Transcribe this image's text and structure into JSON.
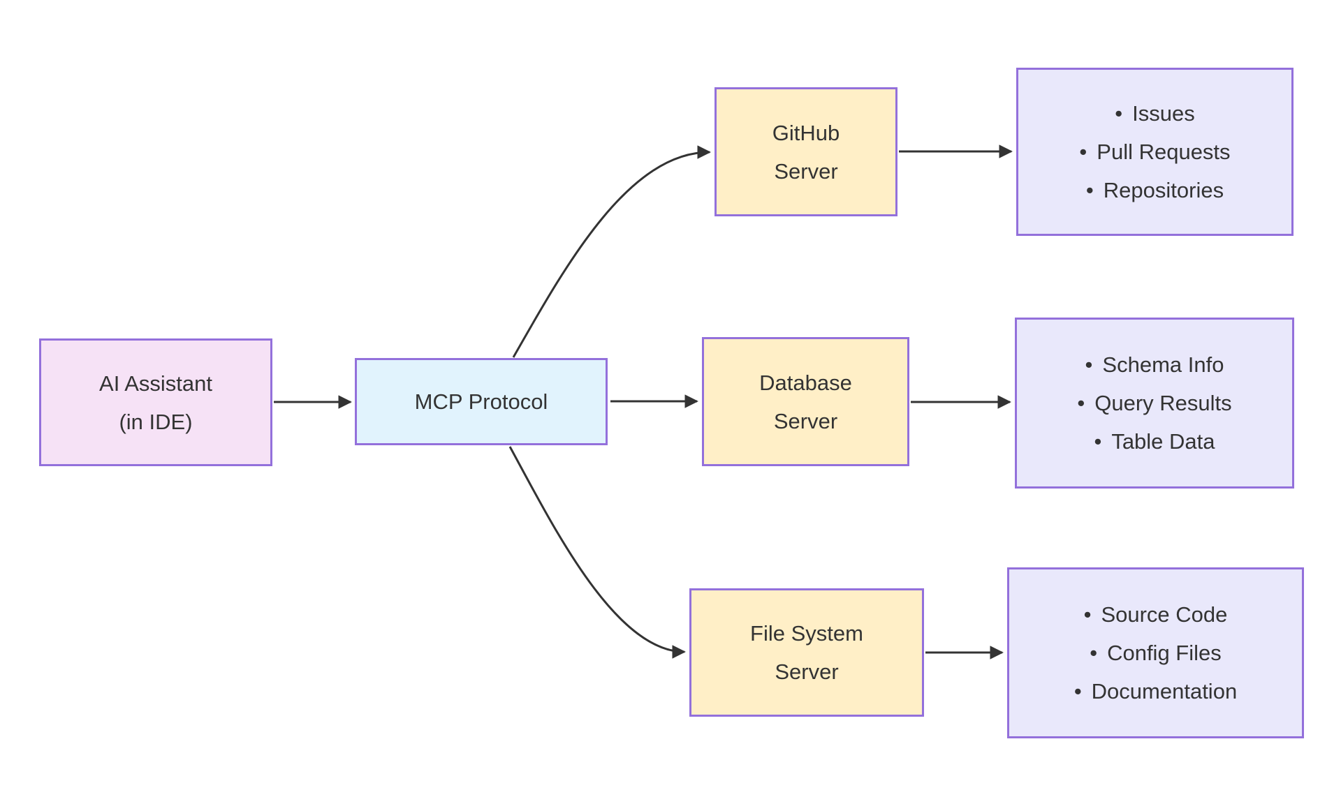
{
  "diagram": {
    "bullet": "•",
    "nodes": {
      "ai_assistant": {
        "lines": [
          "AI Assistant",
          "(in IDE)"
        ]
      },
      "mcp_protocol": {
        "lines": [
          "MCP Protocol"
        ]
      },
      "github_server": {
        "lines": [
          "GitHub",
          "Server"
        ]
      },
      "database_server": {
        "lines": [
          "Database",
          "Server"
        ]
      },
      "file_system_server": {
        "lines": [
          "File System",
          "Server"
        ]
      },
      "github_resources": {
        "items": [
          "Issues",
          "Pull Requests",
          "Repositories"
        ]
      },
      "database_resources": {
        "items": [
          "Schema Info",
          "Query Results",
          "Table Data"
        ]
      },
      "file_system_resources": {
        "items": [
          "Source Code",
          "Config Files",
          "Documentation"
        ]
      }
    },
    "colors": {
      "background": "#ffffff",
      "edge": "#333333",
      "text": "#333333",
      "node_border": "#9370db",
      "assistant_fill": "#f6e2f6",
      "protocol_fill": "#e1f3fd",
      "server_fill": "#ffefc7",
      "resource_fill": "#e9e8fb"
    }
  }
}
